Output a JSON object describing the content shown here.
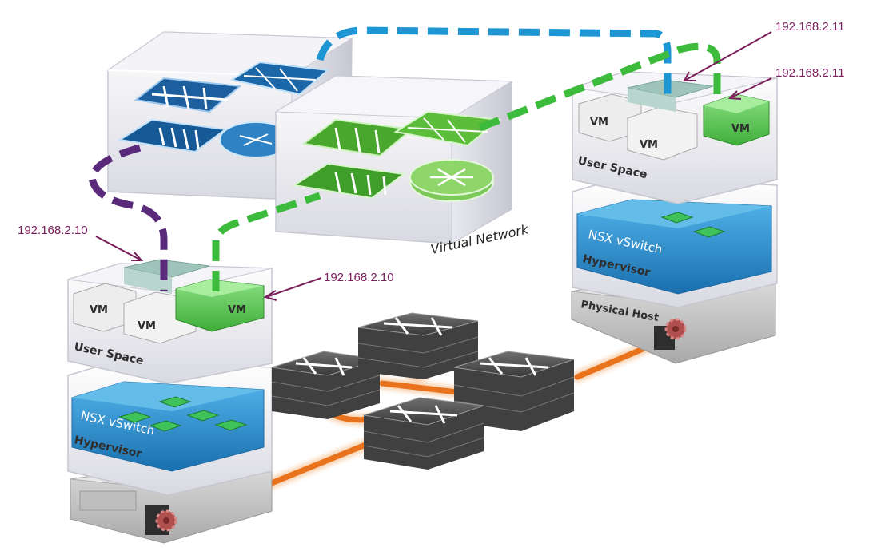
{
  "labels": {
    "ip_left_top": "192.168.2.10",
    "ip_left_vm": "192.168.2.10",
    "ip_right_top": "192.168.2.11",
    "ip_right_vm": "192.168.2.11",
    "virtual_network": "Virtual Network",
    "vm": "VM",
    "user_space": "User Space",
    "nsx_vswitch": "NSX vSwitch",
    "hypervisor": "Hypervisor",
    "physical_host": "Physical Host"
  },
  "colors": {
    "purple_tunnel": "#5a2a7a",
    "blue_tunnel": "#1e96d4",
    "green_tunnel": "#3dbb3d",
    "physical_link": "#e8731c",
    "switch_blue": "#2a8fd0",
    "ip_text": "#7b1f5c"
  },
  "icons": [
    "switch-icon",
    "router-icon",
    "firewall-icon",
    "load-balancer-icon",
    "gear-icon"
  ]
}
